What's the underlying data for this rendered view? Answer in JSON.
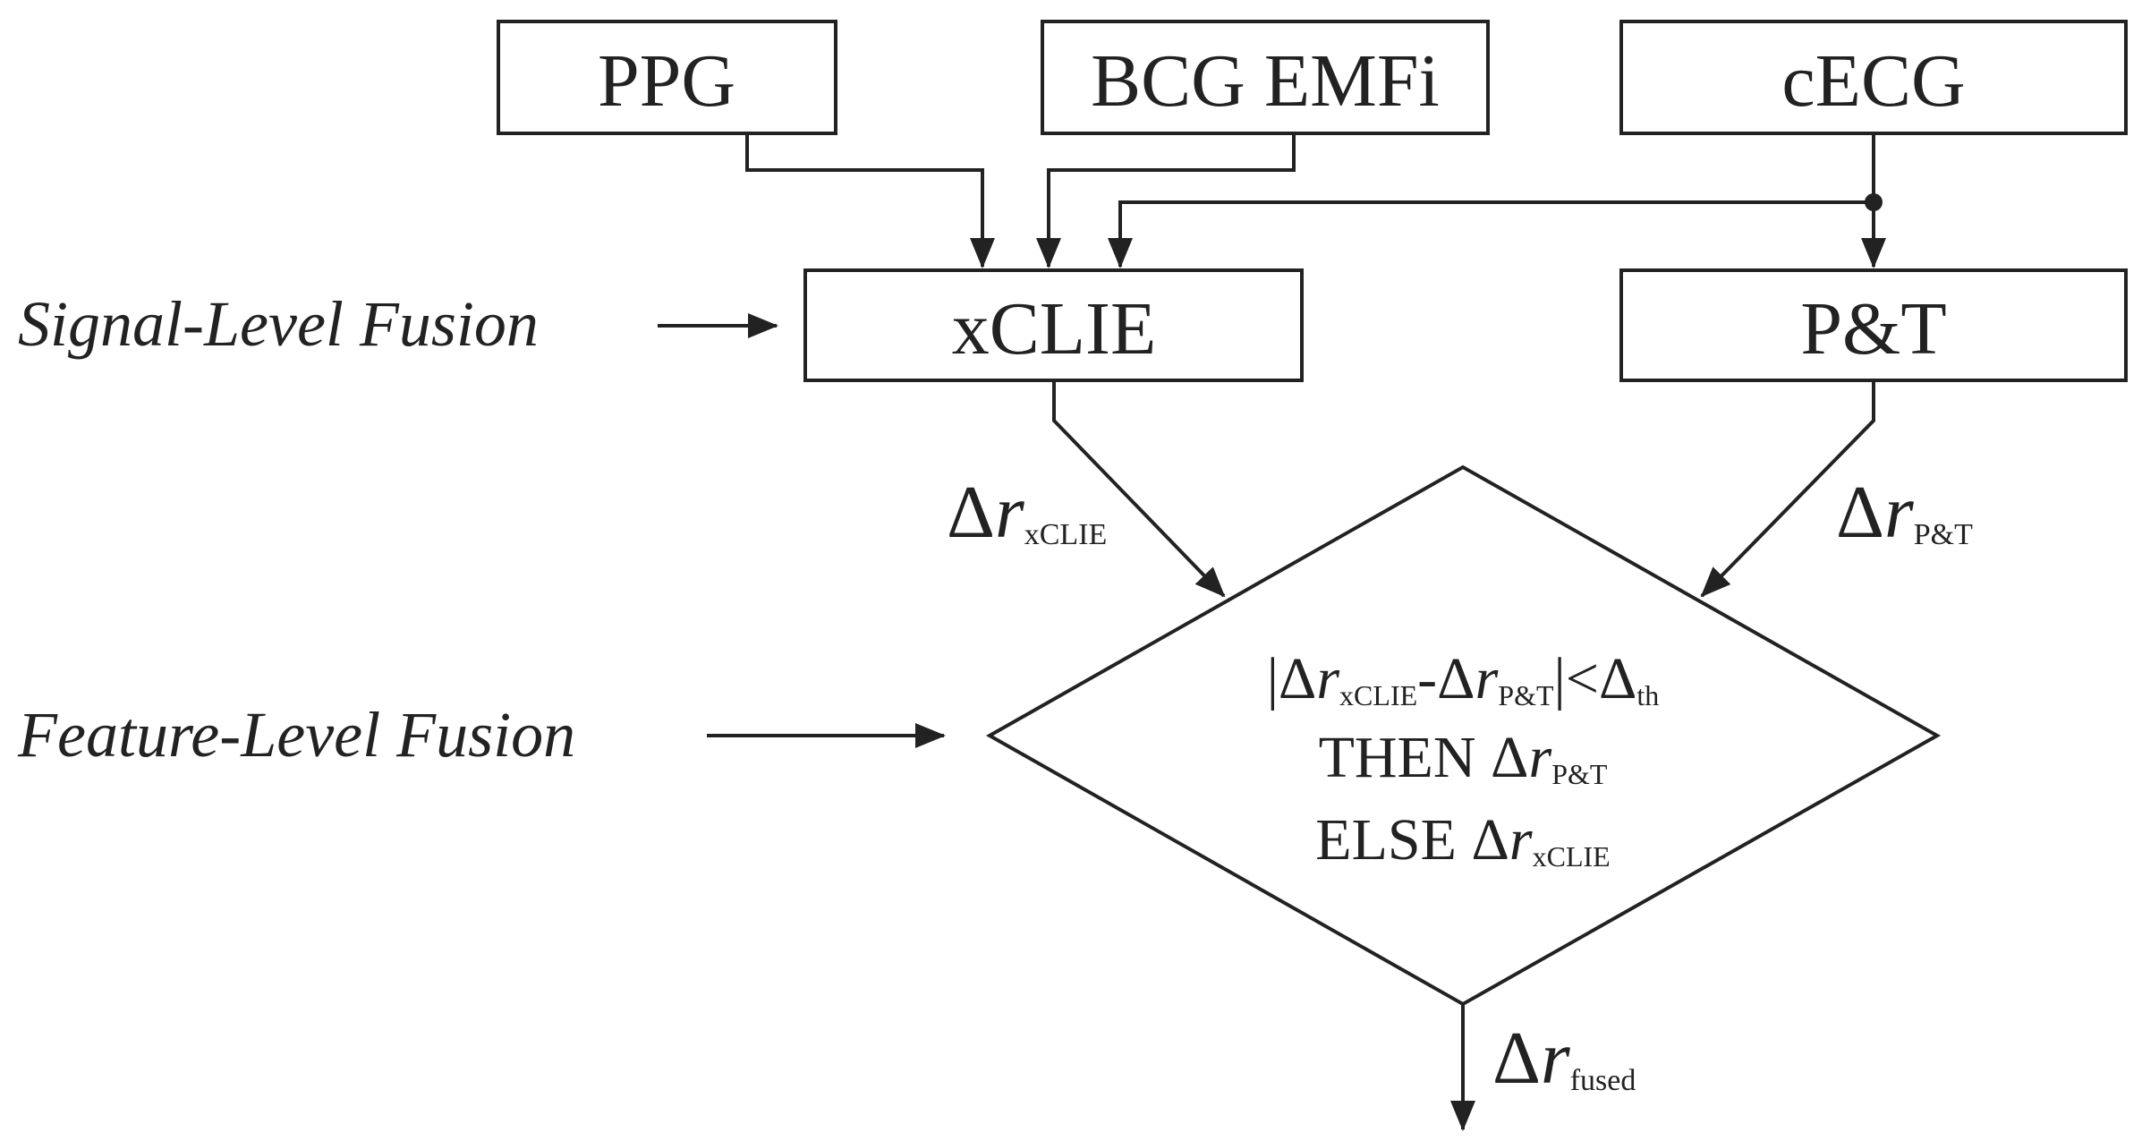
{
  "blocks": {
    "ppg": "PPG",
    "bcg": "BCG EMFi",
    "cecg": "cECG",
    "xclie": "xCLIE",
    "pt": "P&T"
  },
  "labels": {
    "signal_level": "Signal-Level Fusion",
    "feature_level": "Feature-Level Fusion"
  },
  "symbols": {
    "delta": "Δ",
    "r": "r",
    "bar": "|",
    "less_than": "<"
  },
  "subscripts": {
    "xclie": "xCLIE",
    "pt": "P&T",
    "th": "th",
    "fused": "fused"
  },
  "decision": {
    "line1_dash": "-",
    "line2_prefix": "THEN ",
    "line3_prefix": "ELSE "
  },
  "colors": {
    "stroke": "#222222",
    "background": "#ffffff"
  }
}
